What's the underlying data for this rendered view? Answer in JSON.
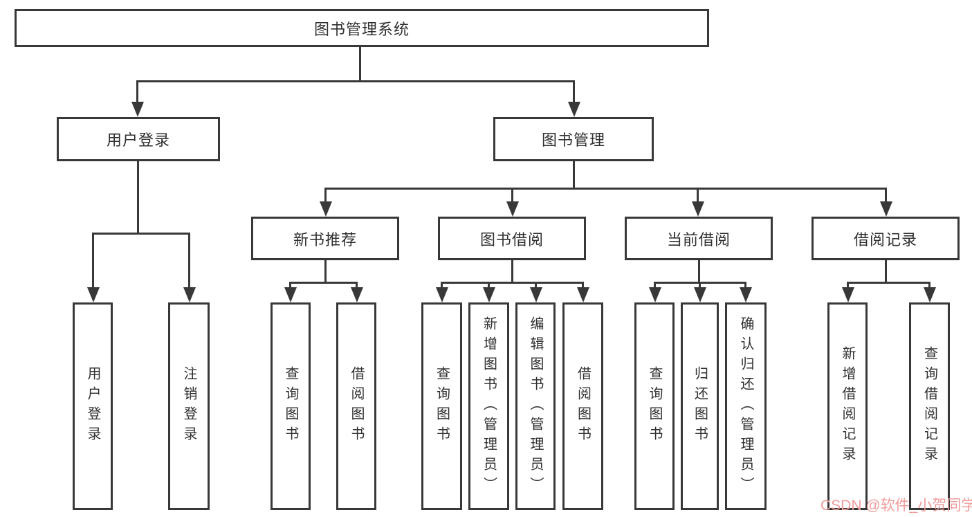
{
  "diagram": {
    "type": "tree",
    "root": {
      "label": "图书管理系统"
    },
    "children": [
      {
        "label": "用户登录",
        "children": [
          {
            "label": "用户登录"
          },
          {
            "label": "注销登录"
          }
        ]
      },
      {
        "label": "图书管理",
        "children": [
          {
            "label": "新书推荐",
            "children": [
              {
                "label": "查询图书"
              },
              {
                "label": "借阅图书"
              }
            ]
          },
          {
            "label": "图书借阅",
            "children": [
              {
                "label": "查询图书"
              },
              {
                "label": "新增图书（管理员）"
              },
              {
                "label": "编辑图书（管理员）"
              },
              {
                "label": "借阅图书"
              }
            ]
          },
          {
            "label": "当前借阅",
            "children": [
              {
                "label": "查询图书"
              },
              {
                "label": "归还图书"
              },
              {
                "label": "确认归还（管理员）"
              }
            ]
          },
          {
            "label": "借阅记录",
            "children": [
              {
                "label": "新增借阅记录"
              },
              {
                "label": "查询借阅记录"
              }
            ]
          }
        ]
      }
    ]
  },
  "watermark": {
    "text": "CSDN @软件_小贺同学"
  },
  "colors": {
    "line": "#383838",
    "text": "#303030",
    "background": "#ffffff",
    "watermark": "#f09b9b"
  }
}
